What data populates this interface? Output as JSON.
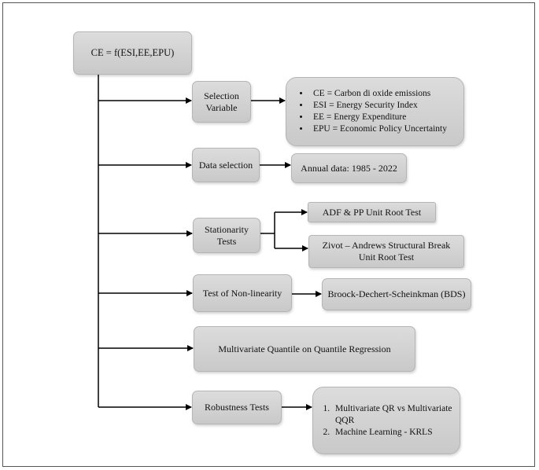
{
  "root": "CE = f(ESI,EE,EPU)",
  "steps": [
    {
      "label_lines": [
        "Selection",
        "Variable"
      ],
      "details_bullets": [
        "CE = Carbon di oxide emissions",
        "ESI = Energy Security Index",
        "EE = Energy Expenditure",
        "EPU = Economic Policy Uncertainty"
      ]
    },
    {
      "label": "Data selection",
      "detail": "Annual data: 1985 - 2022"
    },
    {
      "label_lines": [
        "Stationarity",
        "Tests"
      ],
      "branch_a": "ADF & PP Unit Root Test",
      "branch_b_lines": [
        "Zivot – Andrews Structural Break",
        "Unit Root Test"
      ]
    },
    {
      "label": "Test of Non-linearity",
      "detail": "Broock-Dechert-Scheinkman (BDS)"
    },
    {
      "label": "Multivariate Quantile on Quantile Regression"
    },
    {
      "label": "Robustness Tests",
      "details_numbered": [
        "Multivariate QR vs Multivariate QQR",
        "Machine Learning - KRLS"
      ]
    }
  ]
}
